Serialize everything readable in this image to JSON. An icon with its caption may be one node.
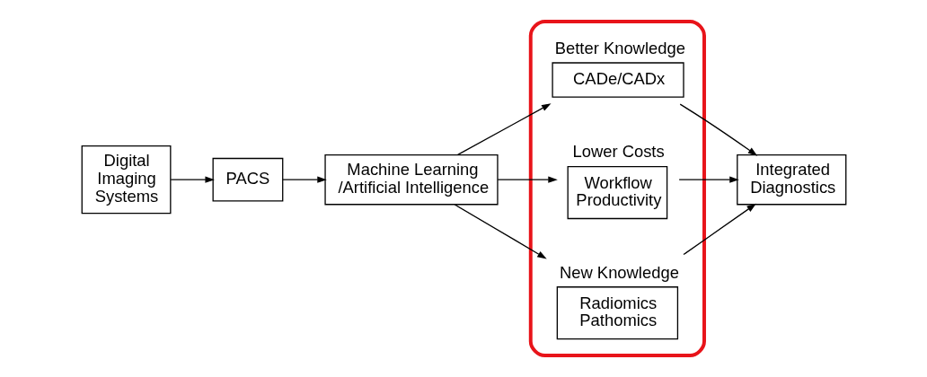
{
  "diagram": {
    "nodes": [
      {
        "text": [
          "Digital Imaging Systems"
        ]
      },
      {
        "text": [
          "PACS"
        ]
      },
      {
        "text": [
          "Machine Learning /Artificial Intelligence"
        ]
      },
      {
        "text": [],
        "shape": "ellipse"
      },
      {
        "text": [
          "Better Knowledge",
          "CADe/CADx"
        ],
        "in": 3
      },
      {
        "text": [
          "Lower Costs",
          "Workflow Productivity"
        ],
        "in": 3
      },
      {
        "text": [
          "New Knowledge",
          "Radiomics Pathomics"
        ],
        "in": 3
      },
      {
        "text": [
          "Integrated Diagnostics"
        ]
      }
    ],
    "edges": [
      {
        "from": 0,
        "to": 1,
        "arrow": "to"
      },
      {
        "from": 1,
        "to": 2,
        "arrow": "to"
      },
      {
        "from": 2,
        "to": 4,
        "arrow": "to"
      },
      {
        "from": 2,
        "to": 5,
        "arrow": "to"
      },
      {
        "from": 2,
        "to": 6,
        "arrow": "to"
      },
      {
        "from": 4,
        "to": 7,
        "arrow": "to"
      },
      {
        "from": 5,
        "to": 7,
        "arrow": "to"
      },
      {
        "from": 6,
        "to": 7,
        "arrow": "to"
      }
    ]
  }
}
